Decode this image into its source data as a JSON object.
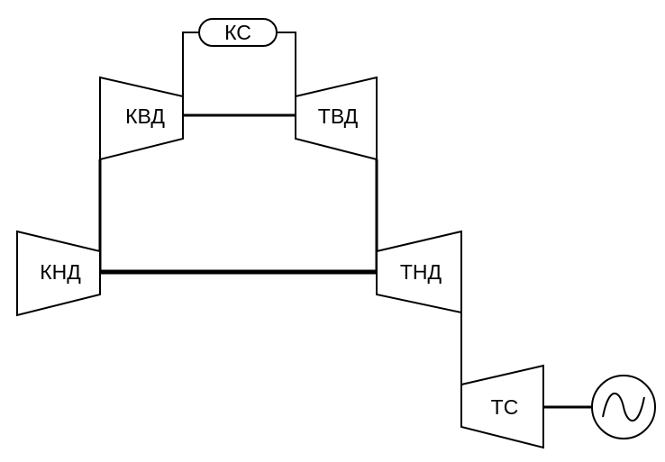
{
  "diagram": {
    "combustor": {
      "label": "КС"
    },
    "hp_compressor": {
      "label": "КВД"
    },
    "hp_turbine": {
      "label": "ТВД"
    },
    "lp_compressor": {
      "label": "КНД"
    },
    "lp_turbine": {
      "label": "ТНД"
    },
    "power_turbine": {
      "label": "ТС"
    },
    "generator": {
      "icon": "generator-icon"
    }
  }
}
